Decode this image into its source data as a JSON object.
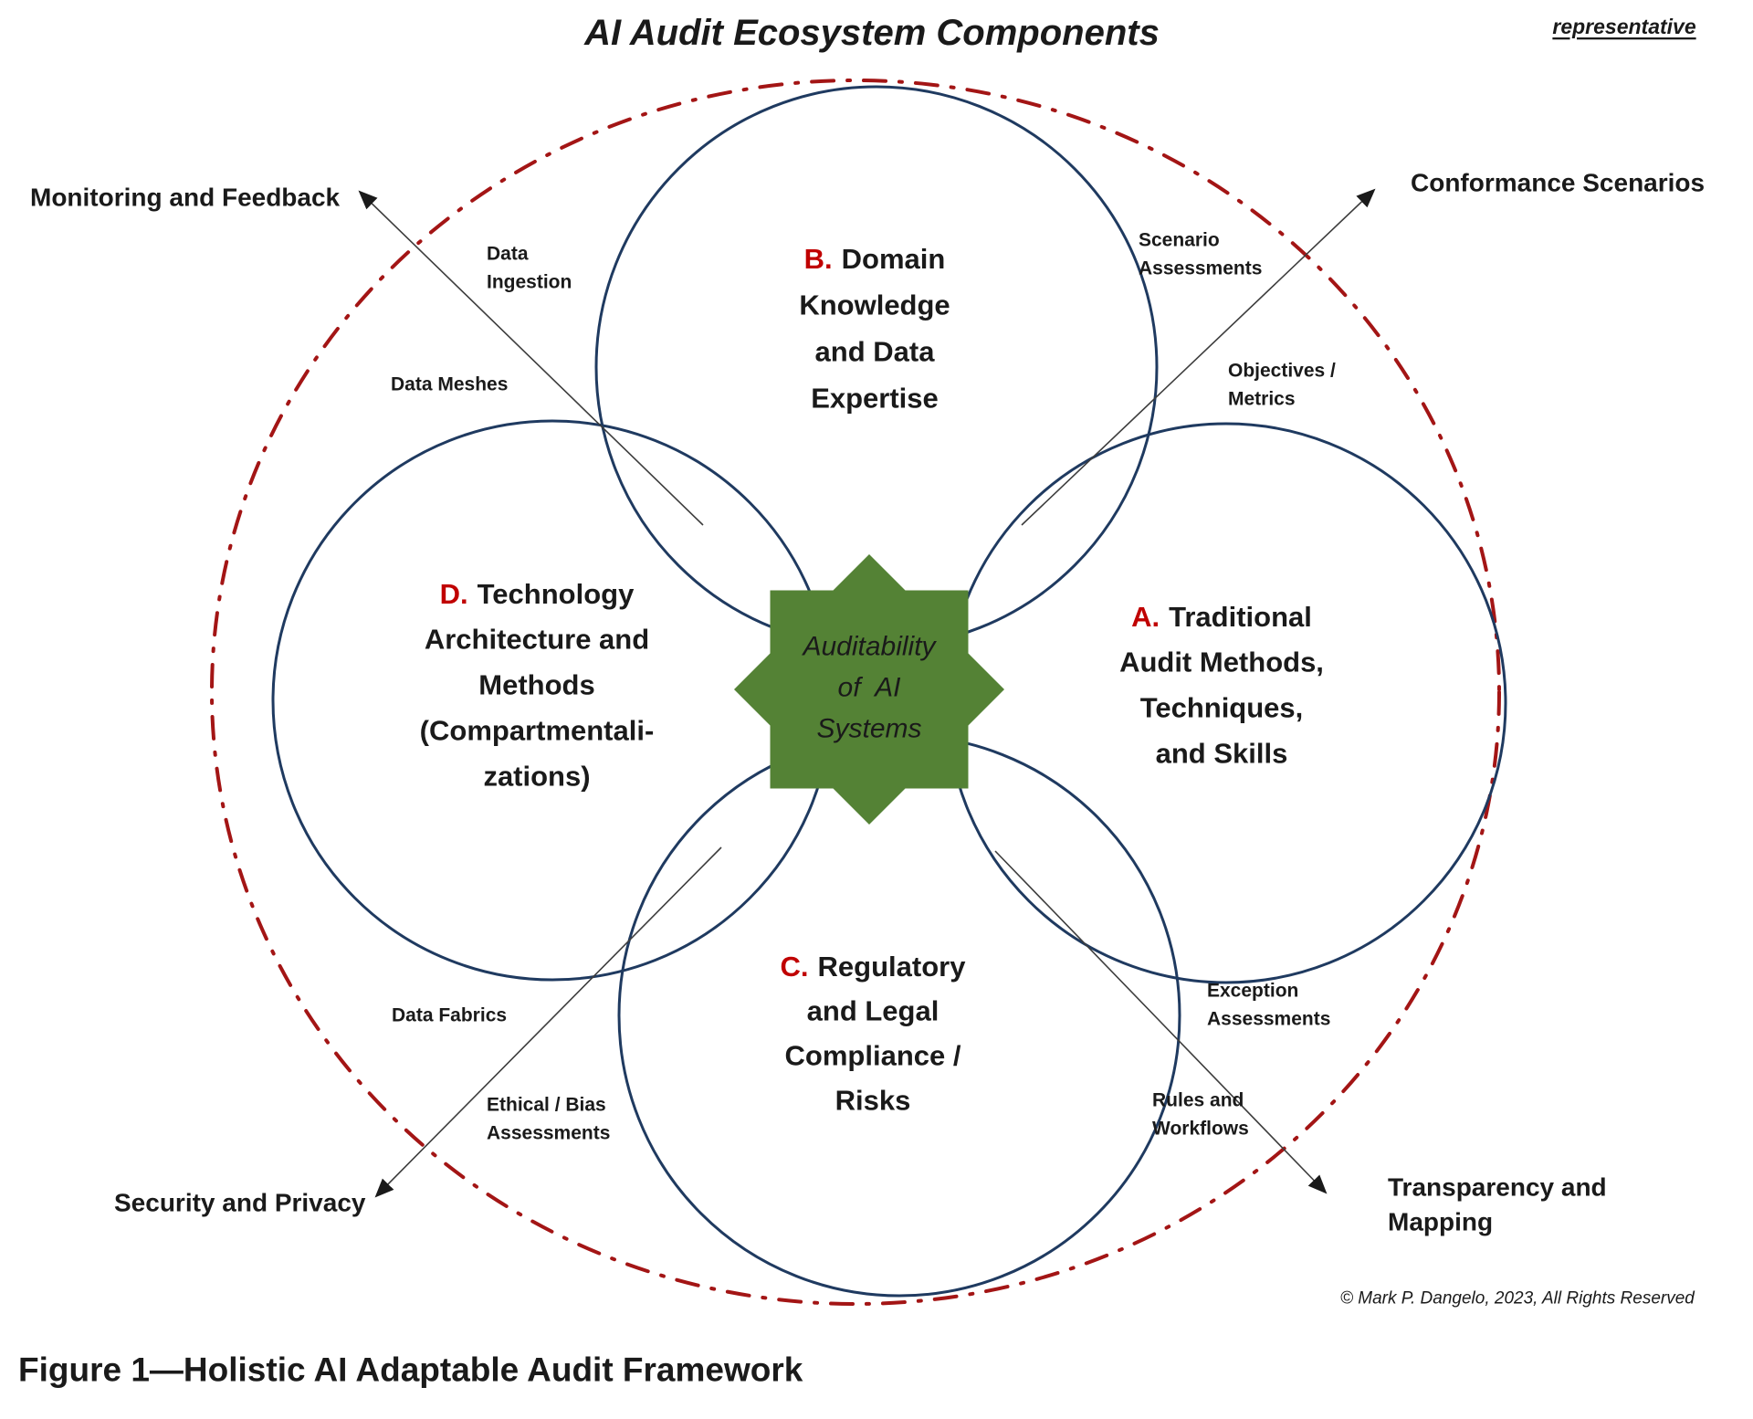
{
  "title": "AI Audit Ecosystem Components",
  "corner_note": "representative",
  "caption": "Figure 1—Holistic AI Adaptable Audit Framework",
  "copyright": "© Mark P. Dangelo, 2023, All Rights Reserved",
  "center_badge": {
    "line1": "Auditability",
    "line2": "of  AI",
    "line3": "Systems"
  },
  "circles": {
    "a": {
      "prefix": "A.",
      "first": "Traditional",
      "rest": [
        "Audit Methods,",
        "Techniques,",
        "and Skills"
      ]
    },
    "b": {
      "prefix": "B.",
      "first": "Domain",
      "rest": [
        "Knowledge",
        "and Data",
        "Expertise"
      ]
    },
    "c": {
      "prefix": "C.",
      "first": "Regulatory",
      "rest": [
        "and Legal",
        "Compliance /",
        "Risks"
      ]
    },
    "d": {
      "prefix": "D.",
      "first": "Technology",
      "rest": [
        "Architecture and",
        "Methods",
        "(Compartmentali-",
        "zations)"
      ]
    }
  },
  "corner_labels": {
    "top_left": {
      "text": "Monitoring and Feedback"
    },
    "top_right": {
      "text": "Conformance Scenarios"
    },
    "bottom_left": {
      "text": "Security and Privacy"
    },
    "bottom_right": {
      "line1": "Transparency and",
      "line2": "Mapping"
    }
  },
  "annotations": {
    "data_ingestion": {
      "line1": "Data",
      "line2": "Ingestion"
    },
    "data_meshes": {
      "text": "Data Meshes"
    },
    "scenario_assessments": {
      "line1": "Scenario",
      "line2": "Assessments"
    },
    "objectives_metrics": {
      "line1": "Objectives /",
      "line2": "Metrics"
    },
    "data_fabrics": {
      "text": "Data Fabrics"
    },
    "ethical_bias": {
      "line1": "Ethical / Bias",
      "line2": "Assessments"
    },
    "exception_assessments": {
      "line1": "Exception",
      "line2": "Assessments"
    },
    "rules_workflows": {
      "line1": "Rules and",
      "line2": "Workflows"
    }
  },
  "colors": {
    "circle_outline": "#1f3a60",
    "outer_ring": "#a31515",
    "letter": "#c00000",
    "star_fill": "#548235",
    "star_text": "#eef3e6",
    "arrow": "#3d3d3d",
    "text": "#1a1a1a"
  }
}
